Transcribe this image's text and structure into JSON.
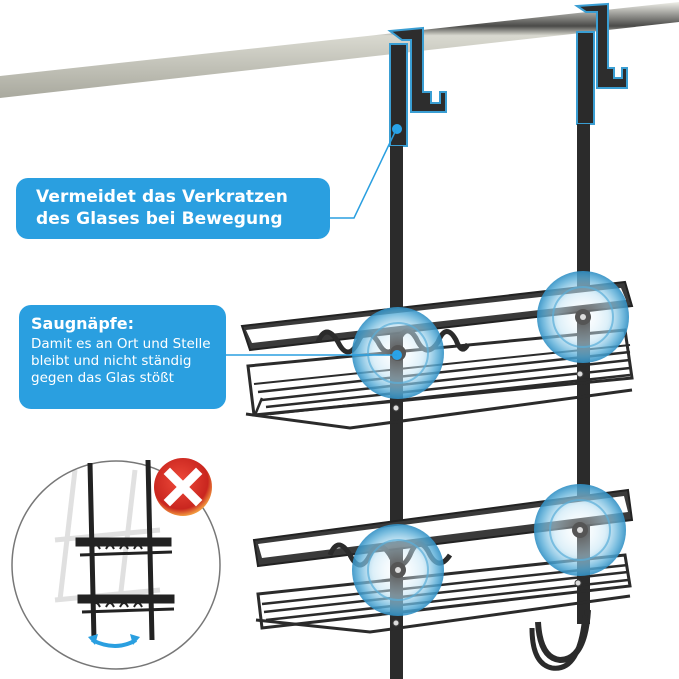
{
  "product": "Hanging shower caddy with suction cups",
  "colors": {
    "accent": "#2a9fe0",
    "frame": "#2b2b2b",
    "rail": "#bdbdb2",
    "error_badge": "#d9342b",
    "badge_ring": "#f08a3a"
  },
  "callouts": [
    {
      "id": "scratch-protection",
      "lines": [
        "Vermeidet das Verkratzen",
        "des Glases bei Bewegung"
      ]
    },
    {
      "id": "suction-cups",
      "title": "Saugnäpfe:",
      "lines": [
        "Damit es an Ort und Stelle",
        "bleibt und nicht ständig",
        "gegen das Glas stößt"
      ]
    }
  ],
  "inset": {
    "description": "Without suction cups the caddy swings",
    "badge_icon": "x-mark-icon",
    "motion_icon": "swing-arrow-icon"
  }
}
